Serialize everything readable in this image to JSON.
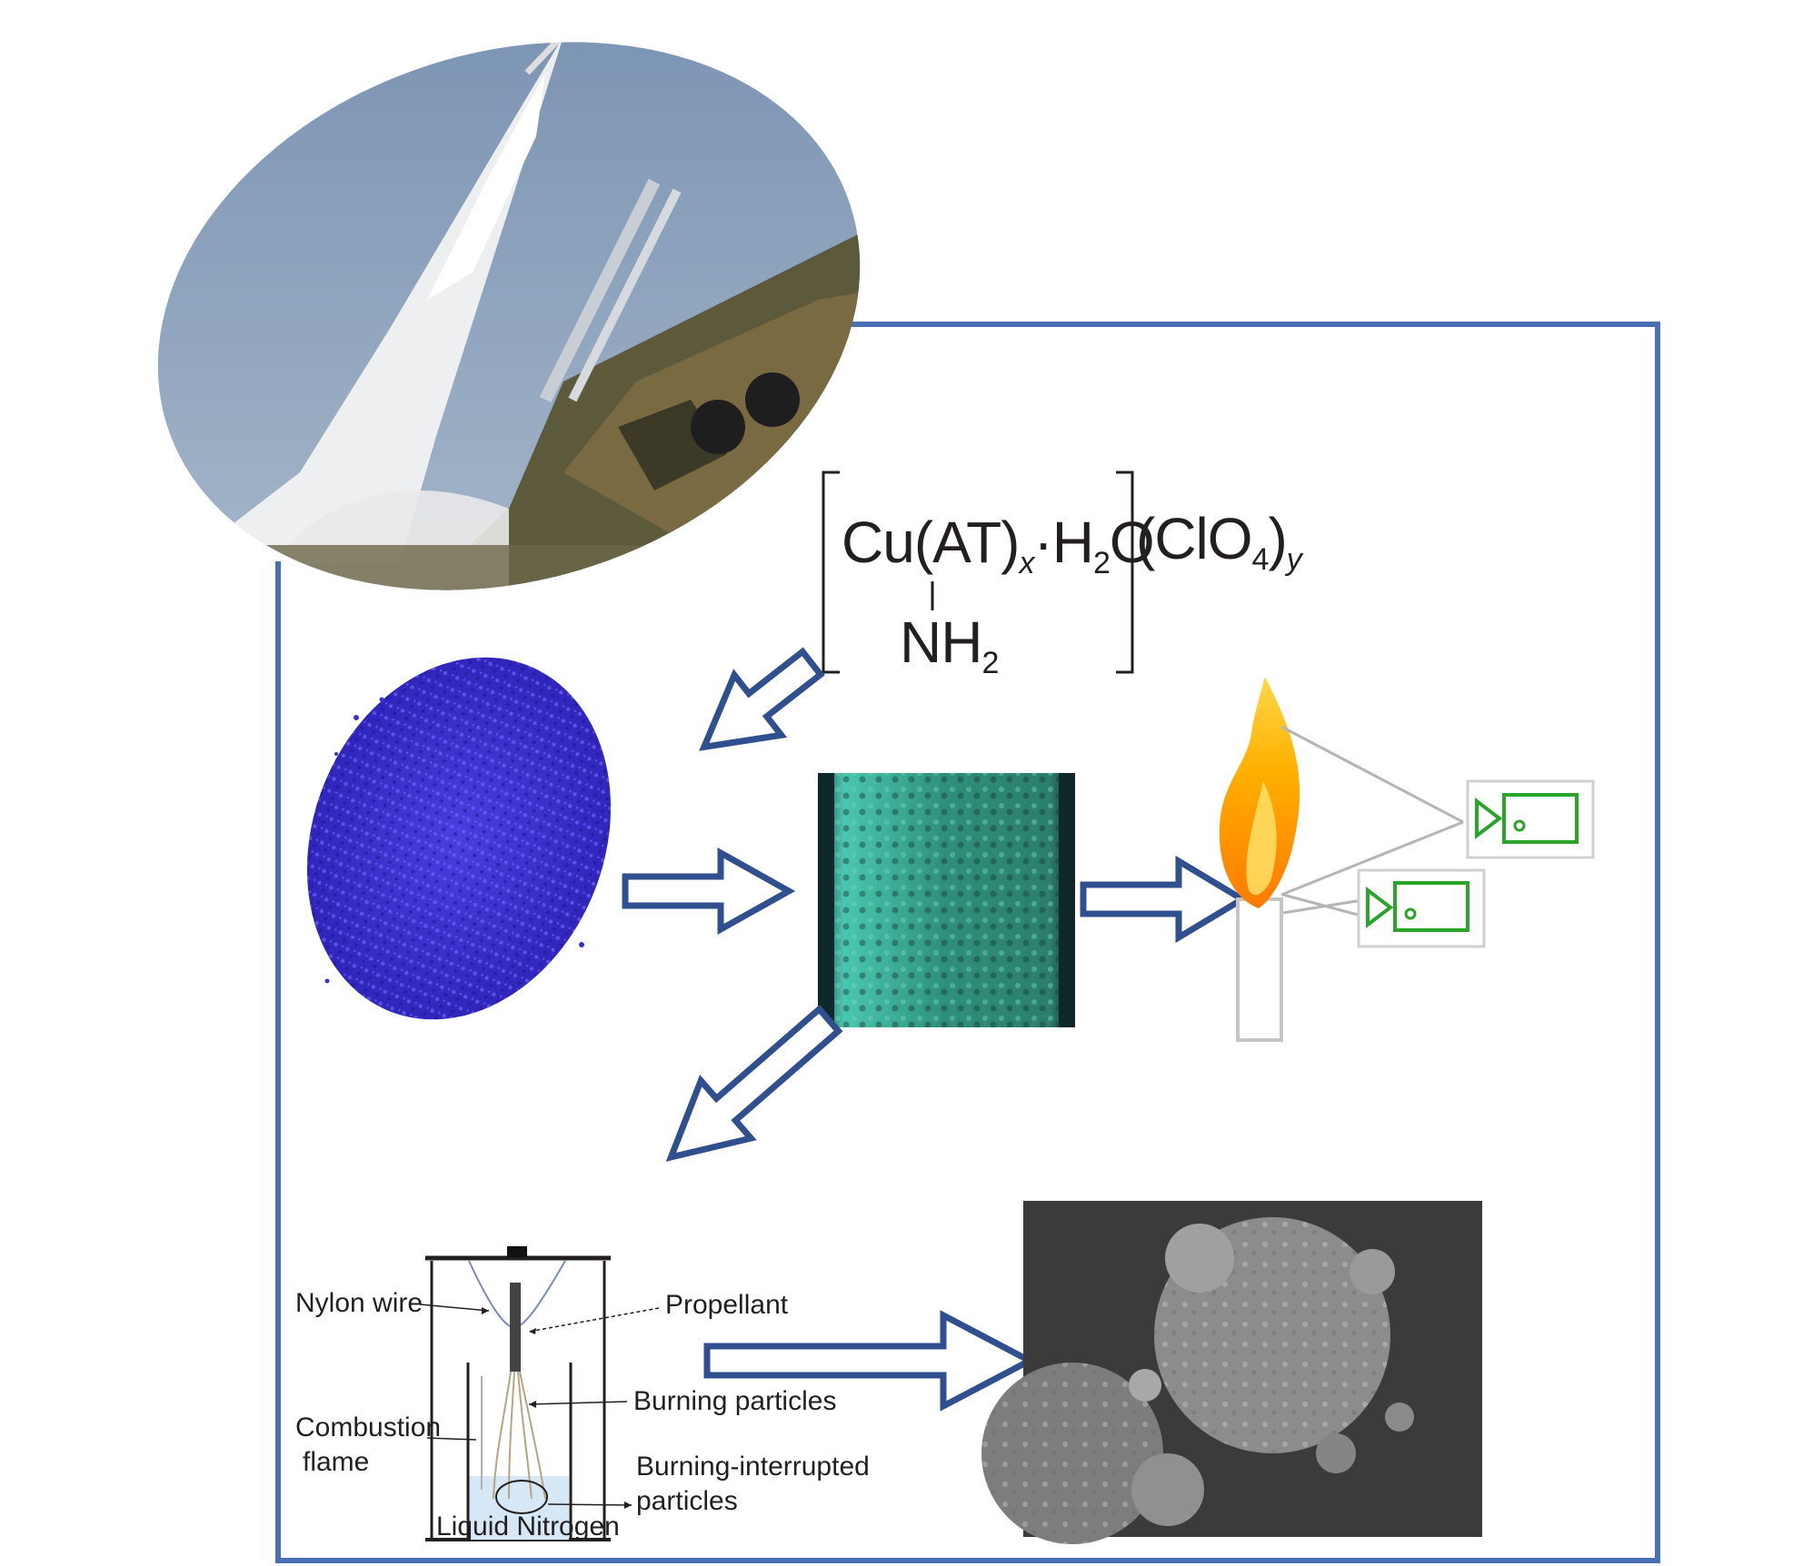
{
  "formula": {
    "metal": "Cu",
    "ligand": "(AT)",
    "ligand_subscript": "x",
    "dot": "·",
    "water": "H",
    "water_subscript": "2",
    "water_tail": "O",
    "counterion": "(ClO",
    "counterion_subscript": "4",
    "counterion_close": ")",
    "counterion_outer_subscript": "y",
    "amine": "NH",
    "amine_subscript": "2"
  },
  "apparatus_labels": {
    "nylon_wire": "Nylon  wire",
    "propellant": "Propellant",
    "combustion": "Combustion",
    "flame": "flame",
    "burning_particles": "Burning particles",
    "interrupted_line1": "Burning-interrupted",
    "interrupted_line2": "particles",
    "liquid_nitrogen": "Liquid Nitrogen"
  },
  "icons": [
    "rocket-launch-photo",
    "blue-powder-photo",
    "propellant-grain-photo",
    "flame-icon",
    "camera-icon",
    "sem-particle-photo"
  ],
  "colors": {
    "frame": "#4a6fb5",
    "arrow": "#2f4f8f",
    "powder": "#3b2fd1",
    "grain": "#2e8a74",
    "camera": "#2aa52a",
    "nitrogen": "#d6e8f5"
  }
}
